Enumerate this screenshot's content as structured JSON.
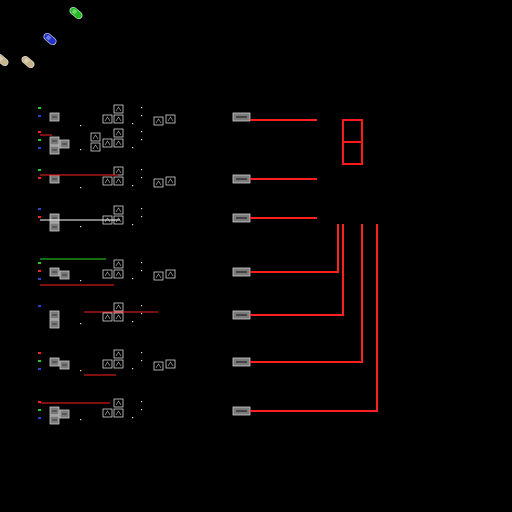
{
  "scene": {
    "title": "",
    "background": "#000000"
  },
  "palette": {
    "wire_red": "#ff2020",
    "wire_white": "#ffffff",
    "wire_green": "#22dd22",
    "gate_fill": "#7a7a7a",
    "gate_edge": "#cfcfcf",
    "node_box": "#000000",
    "node_edge": "#d8d8d8",
    "digit_segment": "#ff1a1a",
    "toy_green": "#22bb22",
    "toy_blue": "#2233cc",
    "toy_tan": "#c8b48a"
  },
  "toys": [
    {
      "name": "green-capsule",
      "color": "#22bb22"
    },
    {
      "name": "blue-capsule",
      "color": "#2233cc"
    },
    {
      "name": "tan-capsule-1",
      "color": "#c8b48a"
    },
    {
      "name": "tan-capsule-2",
      "color": "#c8b48a"
    }
  ],
  "display": {
    "kind": "seven-segment-digit",
    "segments_lit": [
      "a",
      "b",
      "c",
      "d",
      "e",
      "f",
      "g"
    ]
  },
  "rows": [
    {
      "id": "row-1",
      "lamp_colors": [
        "#22cc22",
        "#2244cc"
      ],
      "has_output": true
    },
    {
      "id": "row-2",
      "lamp_colors": [
        "#ff2020",
        "#22cc22",
        "#2244cc"
      ],
      "has_output": false
    },
    {
      "id": "row-3",
      "lamp_colors": [
        "#22cc22",
        "#ff2020"
      ],
      "has_output": true
    },
    {
      "id": "row-4",
      "lamp_colors": [
        "#2244cc",
        "#ff2020"
      ],
      "has_output": true
    },
    {
      "id": "row-5",
      "lamp_colors": [
        "#22cc22",
        "#ff2020",
        "#2244cc"
      ],
      "has_output": true
    },
    {
      "id": "row-6",
      "lamp_colors": [
        "#2244cc"
      ],
      "has_output": true
    },
    {
      "id": "row-7",
      "lamp_colors": [
        "#ff2020",
        "#22cc22",
        "#2244cc"
      ],
      "has_output": true
    },
    {
      "id": "row-8",
      "lamp_colors": [
        "#ff2020",
        "#22cc22",
        "#2244cc"
      ],
      "has_output": true
    }
  ]
}
